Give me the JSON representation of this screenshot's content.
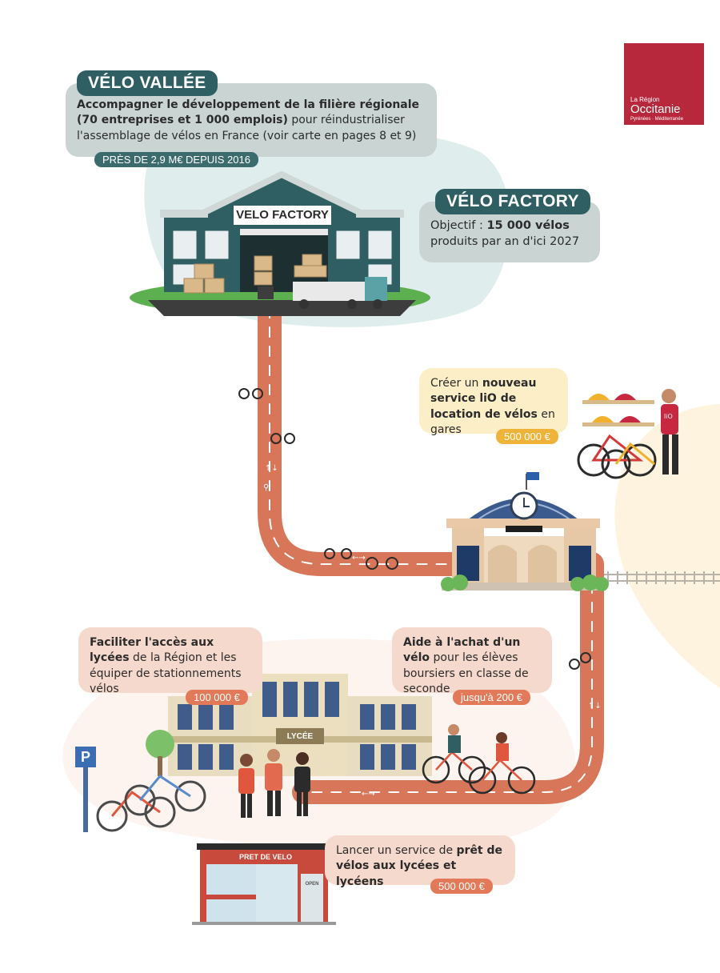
{
  "logo": {
    "line1": "La Région",
    "line2": "Occitanie",
    "line3": "Pyrénées · Méditerranée"
  },
  "velo_vallee": {
    "title": "VÉLO VALLÉE",
    "text_bold": "Accompagner le développement de la filière régionale (70 entreprises et 1 000 emplois)",
    "text_rest": " pour réindustrialiser l'assemblage de vélos en France (voir carte en pages 8 et 9)",
    "amount": "PRÈS DE 2,9 M€ DEPUIS 2016"
  },
  "velo_factory": {
    "title": "VÉLO FACTORY",
    "text_prefix": "Objectif : ",
    "text_bold": "15 000 vélos",
    "text_rest": " produits par an d'ici 2027",
    "sign": "VELO FACTORY"
  },
  "lio": {
    "text_prefix": "Créer un ",
    "text_bold": "nouveau service liO de location de vélos",
    "text_rest": " en gares",
    "amount": "500 000 €",
    "shirt_text": "liO"
  },
  "lycees": {
    "text_bold": "Faciliter l'accès aux lycées",
    "text_rest": " de la Région et les équiper de stationnements vélos",
    "amount": "100 000 €",
    "building_sign": "LYCÉE",
    "parking_sign": "P"
  },
  "achat": {
    "text_bold": "Aide à l'achat d'un vélo",
    "text_rest": " pour les élèves boursiers en classe de seconde",
    "amount": "jusqu'à 200 €"
  },
  "pret": {
    "text_prefix": "Lancer un service de ",
    "text_bold": "prêt de vélos aux lycées et lycéens",
    "amount": "500 000 €",
    "shop_sign": "PRET DE VELO",
    "door_text": "OPEN"
  },
  "colors": {
    "road": "#d8765a",
    "teal": "#2f5f63",
    "grey_box": "#c9d4d3",
    "yellow_box": "#fcefc8",
    "salmon_box": "#f5d9cc",
    "logo_red": "#b8283c",
    "logo_yellow": "#f6b52b"
  }
}
